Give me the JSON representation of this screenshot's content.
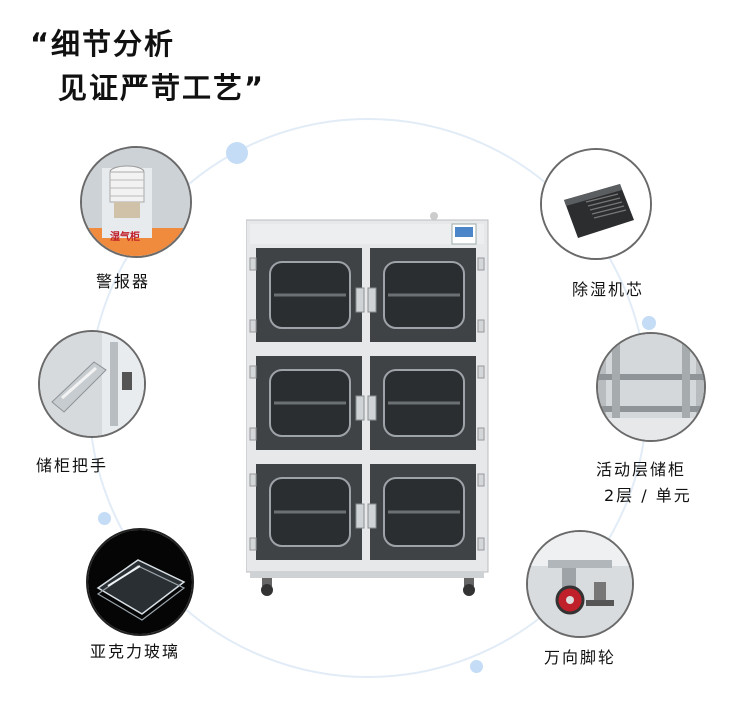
{
  "headline": {
    "line1": "“细节分析",
    "line2": "见证严苛工艺”"
  },
  "features": [
    {
      "label": "警报器"
    },
    {
      "label": "储柜把手"
    },
    {
      "label": "亚克力玻璃"
    },
    {
      "label": "除湿机芯"
    },
    {
      "label": "活动层储柜",
      "label2": "2层 / 单元"
    },
    {
      "label": "万向脚轮"
    }
  ],
  "alarm_sticker": "湿气柜",
  "colors": {
    "ring": "#e2ecf7",
    "dot": "#c4dcf5",
    "cabinet_frame": "#e6e8ea",
    "cabinet_door": "#3f4346",
    "alarm_sticker": "#f08a3c"
  }
}
